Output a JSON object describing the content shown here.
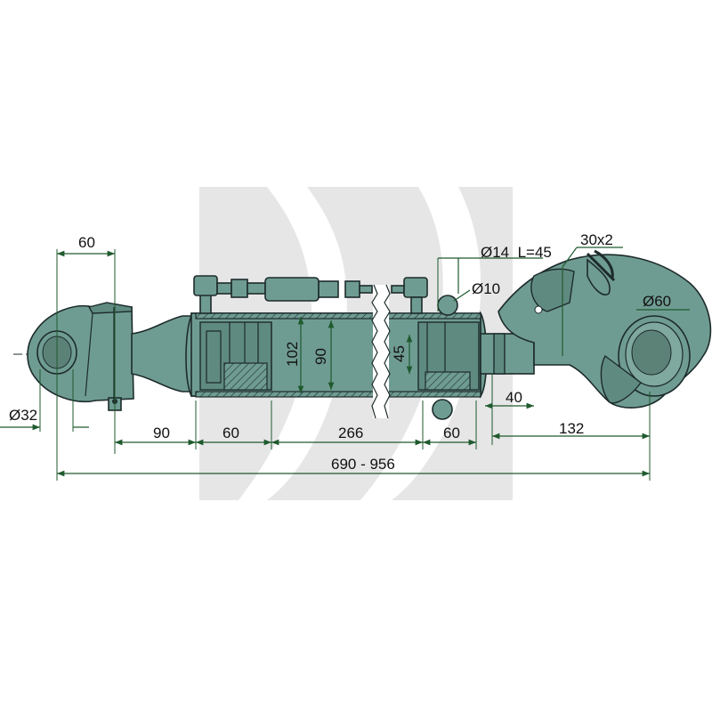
{
  "watermark": {
    "color": "#e6e6e6",
    "description_icon": "brand-logo-watermark"
  },
  "colors": {
    "part": "#6f9c92",
    "dimension_line": "#1f5a2e",
    "outline": "#1d2b2b"
  },
  "dimensions": {
    "ball_jaw_width": "60",
    "pin_diameter": "Ø32",
    "eye_to_cylinder": "90",
    "cylinder_head": "60",
    "stroke_section": "266",
    "rod_end": "60",
    "overall_length": "690 - 956",
    "cylinder_outer": "102",
    "cylinder_inner": "90",
    "rod_diameter": "45",
    "linch_pin": "Ø14  L=45",
    "lock_pin": "Ø10",
    "hook_spring": "30x2",
    "hook_ball": "Ø60",
    "rod_protrusion": "40",
    "hook_length": "132"
  }
}
